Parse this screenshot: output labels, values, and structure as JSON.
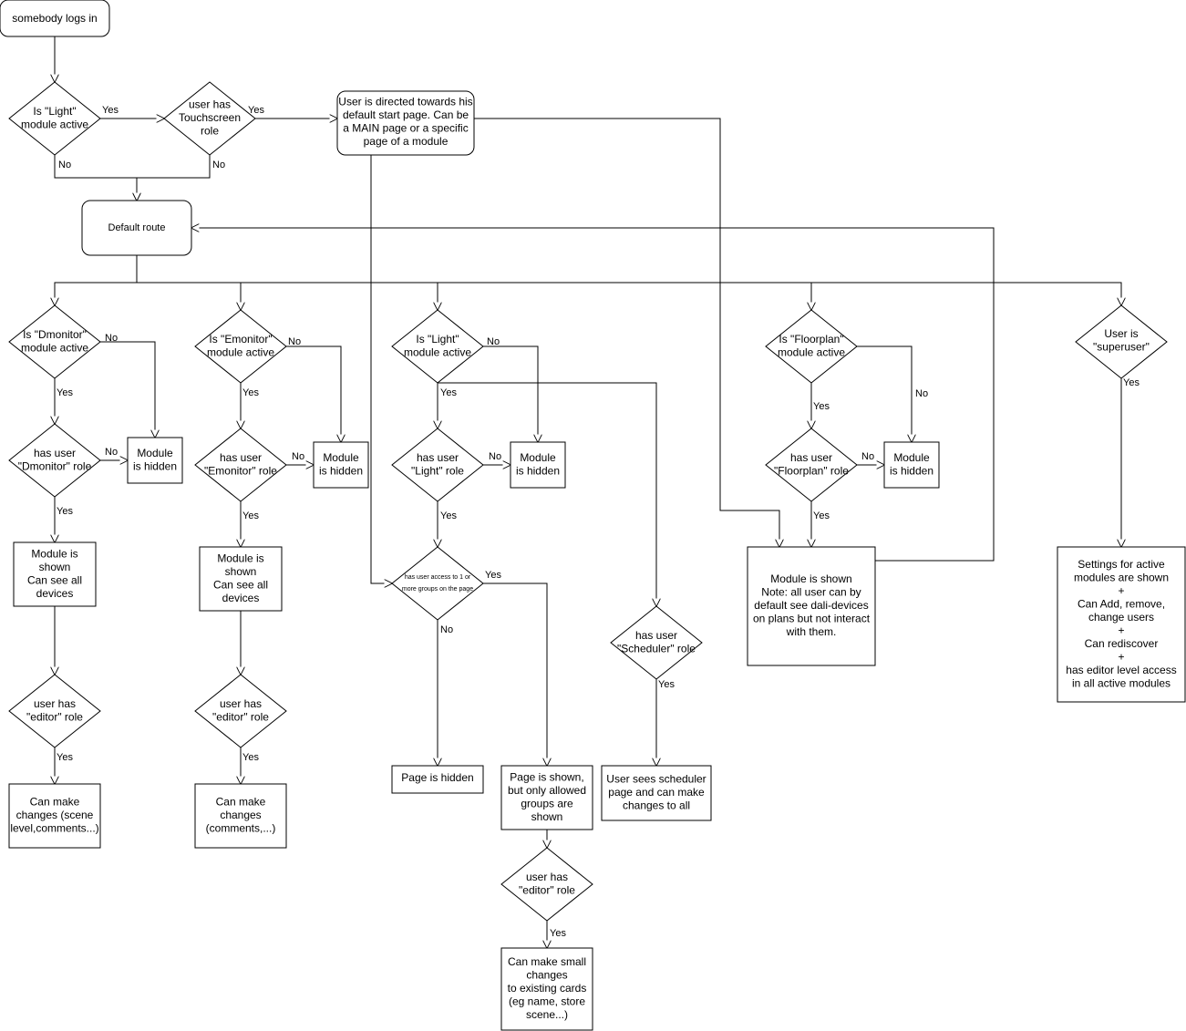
{
  "nodes": [
    {
      "id": "login",
      "shape": "rounded",
      "lines": [
        "somebody logs in"
      ]
    },
    {
      "id": "light_active_top",
      "shape": "diamond",
      "lines": [
        "Is  \"Light\"",
        "module active"
      ]
    },
    {
      "id": "touchscreen",
      "shape": "diamond",
      "lines": [
        "user has",
        "Touchscreen",
        "role"
      ]
    },
    {
      "id": "start_page",
      "shape": "rounded",
      "lines": [
        "User is directed towards his",
        "default start page. Can be",
        "a MAIN page or a specific",
        "page of a module"
      ]
    },
    {
      "id": "default_route",
      "shape": "rounded",
      "lines": [
        "Default route"
      ]
    },
    {
      "id": "dmon_active",
      "shape": "diamond",
      "lines": [
        "Is  \"Dmonitor\"",
        "module active"
      ]
    },
    {
      "id": "dmon_role",
      "shape": "diamond",
      "lines": [
        "has user",
        "\"Dmonitor\" role"
      ]
    },
    {
      "id": "dmon_hidden",
      "shape": "rect",
      "lines": [
        "Module",
        "is hidden"
      ]
    },
    {
      "id": "dmon_shown",
      "shape": "rect",
      "lines": [
        "Module is",
        "shown",
        "Can see all",
        "devices"
      ]
    },
    {
      "id": "dmon_editor",
      "shape": "diamond",
      "lines": [
        "user has",
        "\"editor\" role"
      ]
    },
    {
      "id": "dmon_changes",
      "shape": "rect",
      "lines": [
        "Can make",
        "changes (scene",
        "level,comments...)"
      ]
    },
    {
      "id": "emon_active",
      "shape": "diamond",
      "lines": [
        "Is  \"Emonitor\"",
        "module active"
      ]
    },
    {
      "id": "emon_role",
      "shape": "diamond",
      "lines": [
        "has user",
        "\"Emonitor\" role"
      ]
    },
    {
      "id": "emon_hidden",
      "shape": "rect",
      "lines": [
        "Module",
        "is hidden"
      ]
    },
    {
      "id": "emon_shown",
      "shape": "rect",
      "lines": [
        "Module is",
        "shown",
        "Can see all",
        "devices"
      ]
    },
    {
      "id": "emon_editor",
      "shape": "diamond",
      "lines": [
        "user has",
        "\"editor\" role"
      ]
    },
    {
      "id": "emon_changes",
      "shape": "rect",
      "lines": [
        "Can make",
        "changes",
        "(comments,...)"
      ]
    },
    {
      "id": "light_active",
      "shape": "diamond",
      "lines": [
        "Is  \"Light\"",
        "module active"
      ]
    },
    {
      "id": "light_role",
      "shape": "diamond",
      "lines": [
        "has user",
        "\"Light\" role"
      ]
    },
    {
      "id": "light_hidden",
      "shape": "rect",
      "lines": [
        "Module",
        "is hidden"
      ]
    },
    {
      "id": "light_access",
      "shape": "diamond",
      "lines": [
        "has user access to 1 or",
        "more groups on the page"
      ]
    },
    {
      "id": "page_hidden",
      "shape": "rect",
      "lines": [
        "Page is hidden"
      ]
    },
    {
      "id": "page_shown",
      "shape": "rect",
      "lines": [
        "Page is shown,",
        "but only allowed",
        "groups are",
        "shown"
      ]
    },
    {
      "id": "light_editor",
      "shape": "diamond",
      "lines": [
        "user has",
        "\"editor\" role"
      ]
    },
    {
      "id": "light_changes",
      "shape": "rect",
      "lines": [
        "Can make small",
        "changes",
        "to existing cards",
        "(eg name, store",
        "scene...)"
      ]
    },
    {
      "id": "sched_role",
      "shape": "diamond",
      "lines": [
        "has user",
        "\"Scheduler\" role"
      ]
    },
    {
      "id": "sched_page",
      "shape": "rect",
      "lines": [
        "User sees scheduler",
        "page and can make",
        "changes to all"
      ]
    },
    {
      "id": "floor_active",
      "shape": "diamond",
      "lines": [
        "Is  \"Floorplan\"",
        "module active"
      ]
    },
    {
      "id": "floor_role",
      "shape": "diamond",
      "lines": [
        "has user",
        "\"Floorplan\" role"
      ]
    },
    {
      "id": "floor_hidden",
      "shape": "rect",
      "lines": [
        "Module",
        "is hidden"
      ]
    },
    {
      "id": "floor_shown",
      "shape": "rect",
      "lines": [
        "Module is shown",
        "Note: all user can by",
        "default see dali-devices",
        "on plans but not interact",
        "with them."
      ]
    },
    {
      "id": "superuser",
      "shape": "diamond",
      "lines": [
        "User is",
        "\"superuser\""
      ]
    },
    {
      "id": "super_settings",
      "shape": "rect",
      "lines": [
        "Settings for active",
        "modules are shown",
        "+",
        "Can Add, remove,",
        "change users",
        "+",
        "Can rediscover",
        "+",
        "has editor level access",
        "in all active modules"
      ]
    }
  ],
  "edge_labels": {
    "yes": "Yes",
    "no": "No"
  }
}
